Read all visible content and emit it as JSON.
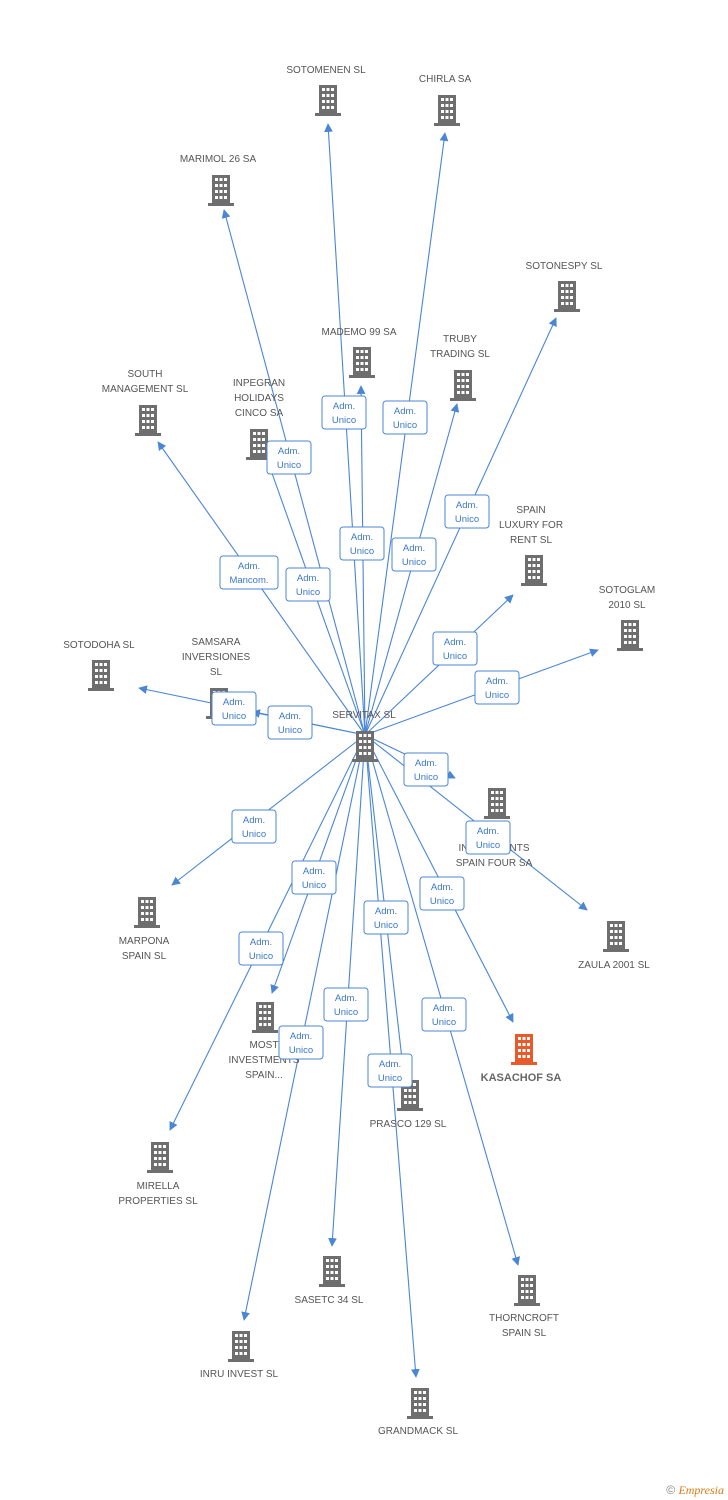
{
  "colors": {
    "edge": "#4a86d6",
    "node": "#6e6e6e",
    "focus_node": "#e8592c",
    "role_text": "#3a78c8"
  },
  "center": {
    "id": "servitax",
    "label": [
      "SERVITAX SL"
    ]
  },
  "nodes": [
    {
      "id": "sotomenen",
      "label": [
        "SOTOMENEN  SL"
      ]
    },
    {
      "id": "chirla",
      "label": [
        "CHIRLA SA"
      ]
    },
    {
      "id": "marimol",
      "label": [
        "MARIMOL 26 SA"
      ]
    },
    {
      "id": "sotonespy",
      "label": [
        "SOTONESPY  SL"
      ]
    },
    {
      "id": "mademo",
      "label": [
        "MADEMO 99 SA"
      ]
    },
    {
      "id": "truby",
      "label": [
        "TRUBY",
        "TRADING SL"
      ]
    },
    {
      "id": "south",
      "label": [
        "SOUTH",
        "MANAGEMENT SL"
      ]
    },
    {
      "id": "inpegran",
      "label": [
        "INPEGRAN",
        "HOLIDAYS",
        "CINCO SA"
      ]
    },
    {
      "id": "spainlux",
      "label": [
        "SPAIN",
        "LUXURY FOR",
        "RENT  SL"
      ]
    },
    {
      "id": "sotoglam",
      "label": [
        "SOTOGLAM",
        "2010 SL"
      ]
    },
    {
      "id": "sotodoha",
      "label": [
        "SOTODOHA  SL"
      ]
    },
    {
      "id": "samsara",
      "label": [
        "SAMSARA",
        "INVERSIONES",
        "SL"
      ]
    },
    {
      "id": "investfour",
      "label": [
        "INVESTMENTS",
        "SPAIN FOUR SA"
      ]
    },
    {
      "id": "zaula",
      "label": [
        "ZAULA 2001  SL"
      ]
    },
    {
      "id": "marpona",
      "label": [
        "MARPONA",
        "SPAIN SL"
      ]
    },
    {
      "id": "kasachof",
      "label": [
        "KASACHOF SA"
      ],
      "focus": true
    },
    {
      "id": "most",
      "label": [
        "MOST",
        "INVESTMENTS",
        "SPAIN..."
      ]
    },
    {
      "id": "prasco",
      "label": [
        "PRASCO 129 SL"
      ]
    },
    {
      "id": "mirella",
      "label": [
        "MIRELLA",
        "PROPERTIES SL"
      ]
    },
    {
      "id": "sasetc",
      "label": [
        "SASETC 34  SL"
      ]
    },
    {
      "id": "thorncroft",
      "label": [
        "THORNCROFT",
        "SPAIN  SL"
      ]
    },
    {
      "id": "inru",
      "label": [
        "INRU INVEST  SL"
      ]
    },
    {
      "id": "grandmack",
      "label": [
        "GRANDMACK SL"
      ]
    }
  ],
  "edges": [
    {
      "to": "sotomenen",
      "role": [
        "Adm.",
        "Unico"
      ]
    },
    {
      "to": "chirla",
      "role": [
        "Adm.",
        "Unico"
      ]
    },
    {
      "to": "marimol",
      "role": [
        "Adm.",
        "Unico"
      ]
    },
    {
      "to": "sotonespy",
      "role": [
        "Adm.",
        "Unico"
      ]
    },
    {
      "to": "mademo",
      "role": [
        "Adm.",
        "Unico"
      ]
    },
    {
      "to": "truby",
      "role": [
        "Adm.",
        "Unico"
      ]
    },
    {
      "to": "south",
      "role": [
        "Adm.",
        "Mancom."
      ]
    },
    {
      "to": "inpegran",
      "role": [
        "Adm.",
        "Unico"
      ]
    },
    {
      "to": "spainlux",
      "role": [
        "Adm.",
        "Unico"
      ]
    },
    {
      "to": "sotoglam",
      "role": [
        "Adm.",
        "Unico"
      ]
    },
    {
      "to": "sotodoha",
      "role": [
        "Adm.",
        "Unico"
      ]
    },
    {
      "to": "samsara",
      "role": [
        "Adm.",
        "Unico"
      ]
    },
    {
      "to": "investfour",
      "role": [
        "Adm.",
        "Unico"
      ]
    },
    {
      "to": "zaula",
      "role": [
        "Adm.",
        "Unico"
      ]
    },
    {
      "to": "marpona",
      "role": [
        "Adm.",
        "Unico"
      ]
    },
    {
      "to": "kasachof",
      "role": [
        "Adm.",
        "Unico"
      ]
    },
    {
      "to": "most",
      "role": [
        "Adm.",
        "Unico"
      ]
    },
    {
      "to": "prasco",
      "role": [
        "Adm.",
        "Unico"
      ]
    },
    {
      "to": "mirella",
      "role": [
        "Adm.",
        "Unico"
      ]
    },
    {
      "to": "sasetc",
      "role": [
        "Adm.",
        "Unico"
      ]
    },
    {
      "to": "thorncroft",
      "role": [
        "Adm.",
        "Unico"
      ]
    },
    {
      "to": "inru",
      "role": [
        "Adm.",
        "Unico"
      ]
    },
    {
      "to": "grandmack",
      "role": [
        "Adm.",
        "Unico"
      ]
    }
  ],
  "footer": {
    "copyright": "©",
    "brand": "Empresia"
  }
}
